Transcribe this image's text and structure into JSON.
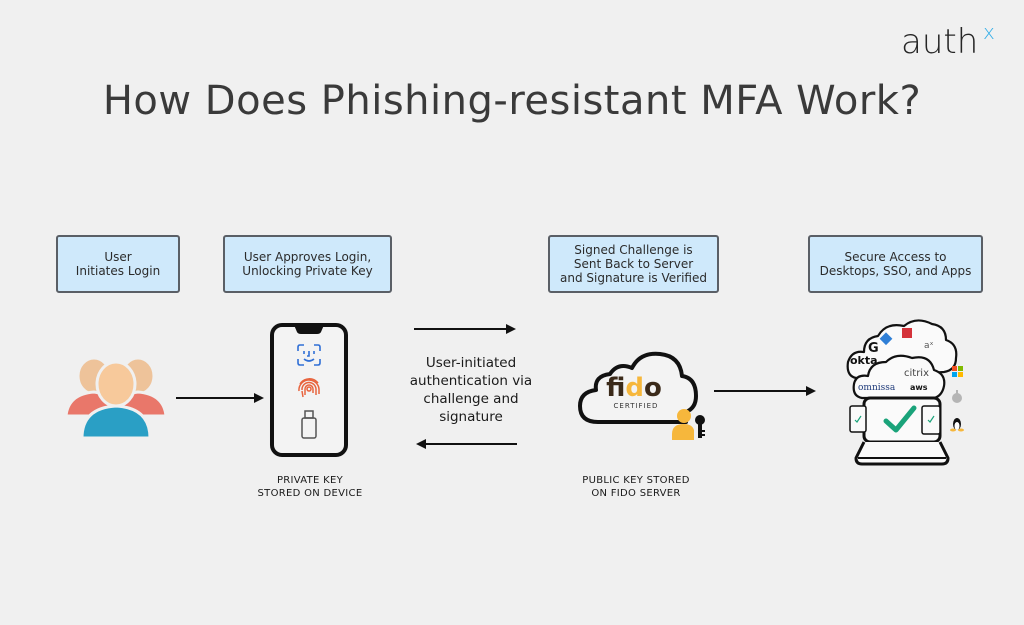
{
  "brand": {
    "logo_text": "auth",
    "logo_superscript": "x",
    "accent": "#33aee8"
  },
  "title": "How Does Phishing-resistant MFA Work?",
  "steps": [
    {
      "label": "User\nInitiates Login"
    },
    {
      "label": "User Approves Login,\nUnlocking Private Key"
    },
    {
      "label": "Signed Challenge is\nSent Back to Server\nand Signature is Verified"
    },
    {
      "label": "Secure Access to\nDesktops, SSO, and Apps"
    }
  ],
  "captions": {
    "device": "PRIVATE KEY\nSTORED ON DEVICE",
    "server": "PUBLIC KEY STORED\nON FIDO SERVER"
  },
  "exchange_text": "User-initiated\nauthentication via\nchallenge and\nsignature",
  "fido": {
    "wordmark": "fido",
    "subtitle": "CERTIFIED",
    "tm": "™"
  },
  "apps": {
    "cloud_labels": [
      "okta",
      "citrix",
      "omnissa",
      "aws"
    ],
    "os_icons": [
      "windows-icon",
      "apple-icon",
      "linux-icon"
    ]
  },
  "colors": {
    "box_fill": "#cfe9fb",
    "box_border": "#5a5f66",
    "fido_yellow": "#f6b73c",
    "check_green": "#1aa37a",
    "users_teal": "#2a9fc5",
    "users_coral": "#e9776a",
    "skin": "#f7c99b"
  }
}
